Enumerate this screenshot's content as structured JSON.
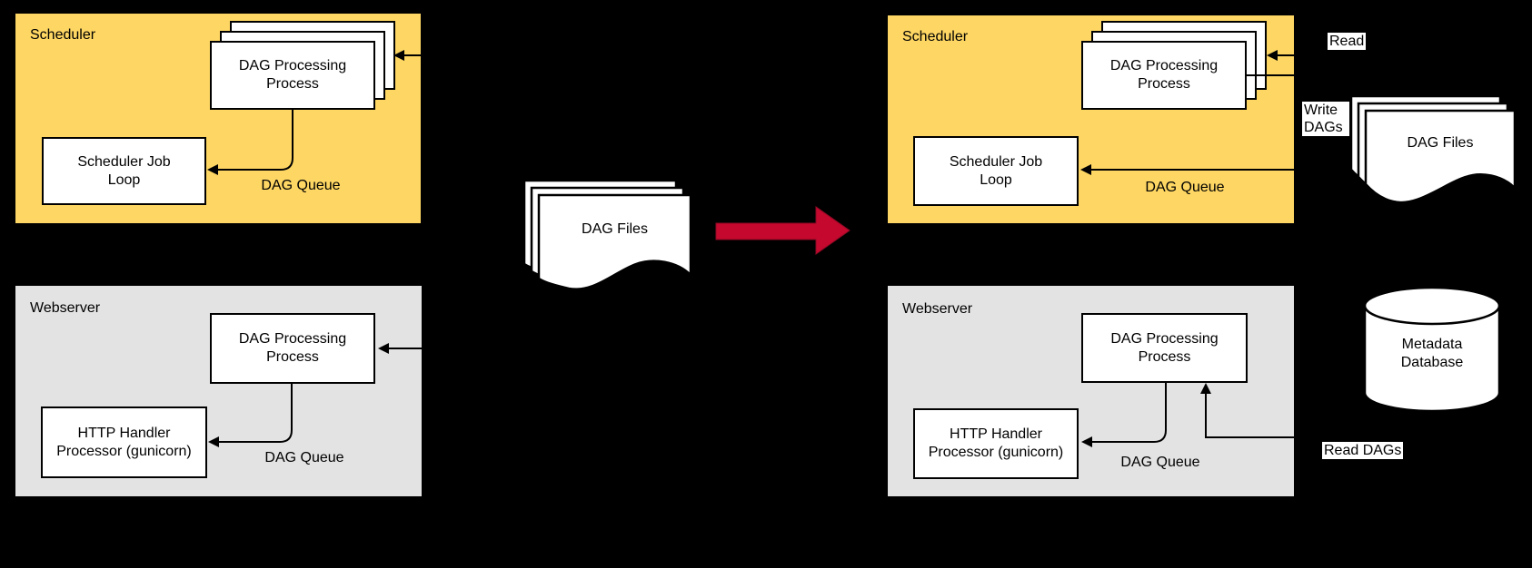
{
  "colors": {
    "scheduler_fill": "#FDD663",
    "webserver_fill": "#E3E3E3",
    "transition_arrow": "#C4082E",
    "line": "#000000",
    "process_box_fill": "#FFFFFF",
    "background": "#000000",
    "text": "#000000"
  },
  "before": {
    "scheduler": {
      "title": "Scheduler",
      "dag_processing_process": "DAG Processing Process",
      "scheduler_job_loop": "Scheduler Job Loop",
      "dag_queue": "DAG Queue"
    },
    "webserver": {
      "title": "Webserver",
      "dag_processing_process": "DAG Processing Process",
      "http_handler": "HTTP Handler Processor (gunicorn)",
      "dag_queue": "DAG Queue"
    },
    "dag_files": "DAG Files"
  },
  "after": {
    "scheduler": {
      "title": "Scheduler",
      "dag_processing_process": "DAG Processing Process",
      "scheduler_job_loop": "Scheduler Job Loop",
      "dag_queue": "DAG Queue"
    },
    "webserver": {
      "title": "Webserver",
      "dag_processing_process": "DAG Processing Process",
      "http_handler": "HTTP Handler Processor (gunicorn)",
      "dag_queue": "DAG Queue"
    },
    "dag_files": "DAG Files",
    "metadata_database": "Metadata Database",
    "read": "Read",
    "write_dags": "Write DAGs",
    "read_dags": "Read DAGs"
  }
}
